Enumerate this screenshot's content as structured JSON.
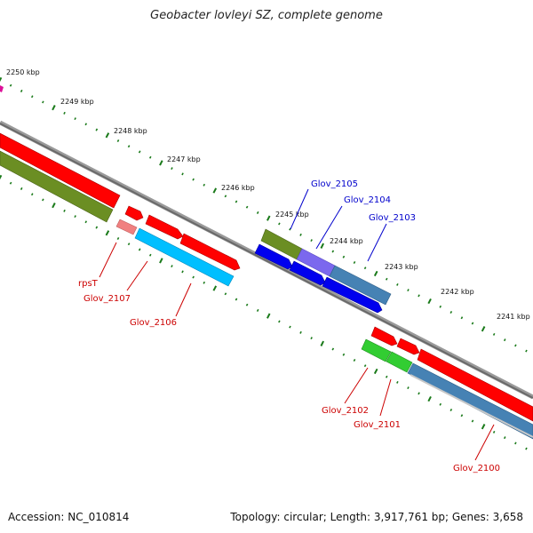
{
  "title": "Geobacter lovleyi SZ, complete genome",
  "accession": "Accession: NC_010814",
  "summary": "Topology: circular; Length: 3,917,761 bp; Genes: 3,658",
  "colors": {
    "backbone": "#7a7a7a",
    "tick": "#1a7a1a",
    "red": "#ff0000",
    "olive": "#6b8e23",
    "cyan": "#00bfff",
    "blue": "#0000ee",
    "purple": "#7b68ee",
    "steelblue": "#4682b4",
    "green": "#32cd32",
    "pink": "#f08080",
    "label_forward": "#0000cc",
    "label_reverse": "#cc0000"
  },
  "scale_labels": [
    "2250 kbp",
    "2249 kbp",
    "2248 kbp",
    "2247 kbp",
    "2246 kbp",
    "2245 kbp",
    "2244 kbp",
    "2243 kbp",
    "2242 kbp",
    "2241 kbp"
  ],
  "gene_labels": {
    "glov_2105": "Glov_2105",
    "glov_2104": "Glov_2104",
    "glov_2103": "Glov_2103",
    "rpsT": "rpsT",
    "glov_2107": "Glov_2107",
    "glov_2106": "Glov_2106",
    "glov_2102": "Glov_2102",
    "glov_2101": "Glov_2101",
    "glov_2100": "Glov_2100"
  }
}
